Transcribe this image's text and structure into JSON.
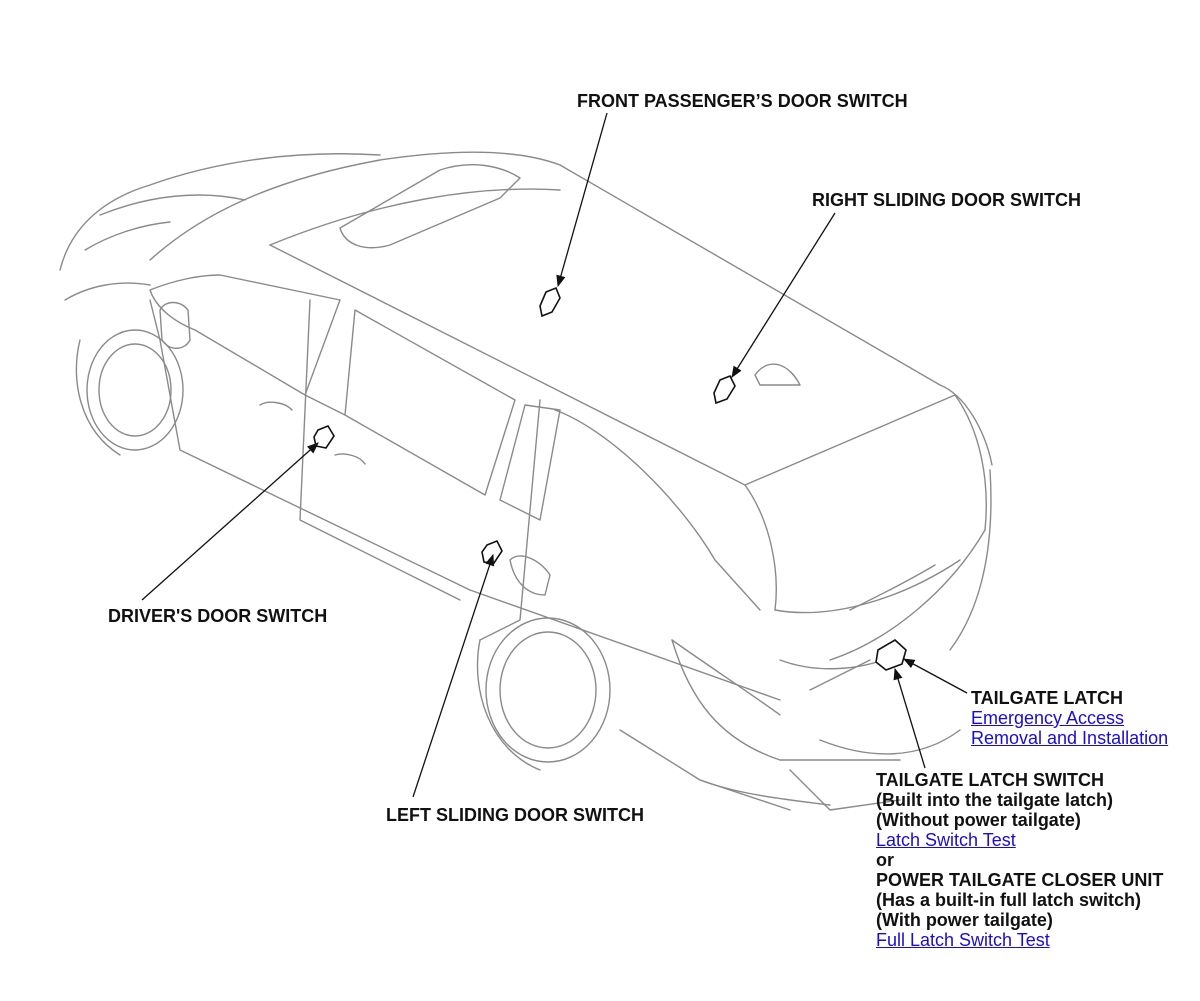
{
  "callouts": {
    "front_passenger": "FRONT PASSENGER’S DOOR SWITCH",
    "right_sliding": "RIGHT SLIDING DOOR SWITCH",
    "driver": "DRIVER'S DOOR SWITCH",
    "left_sliding": "LEFT SLIDING DOOR SWITCH"
  },
  "tailgate_latch": {
    "title": "TAILGATE LATCH",
    "links": [
      "Emergency Access",
      "Removal and Installation"
    ]
  },
  "tailgate_switch": {
    "title": "TAILGATE LATCH SWITCH",
    "line1": "(Built into the tailgate latch)",
    "line2": "(Without power tailgate)",
    "link1": "Latch Switch Test",
    "or": "or",
    "closer_title": "POWER TAILGATE CLOSER UNIT",
    "closer_line1": "(Has a built-in full latch switch)",
    "closer_line2": "(With power tailgate)",
    "link2": "Full Latch Switch Test"
  },
  "colors": {
    "link": "#1a0dcc",
    "outline": "#8a8a8a",
    "leader": "#111111"
  }
}
